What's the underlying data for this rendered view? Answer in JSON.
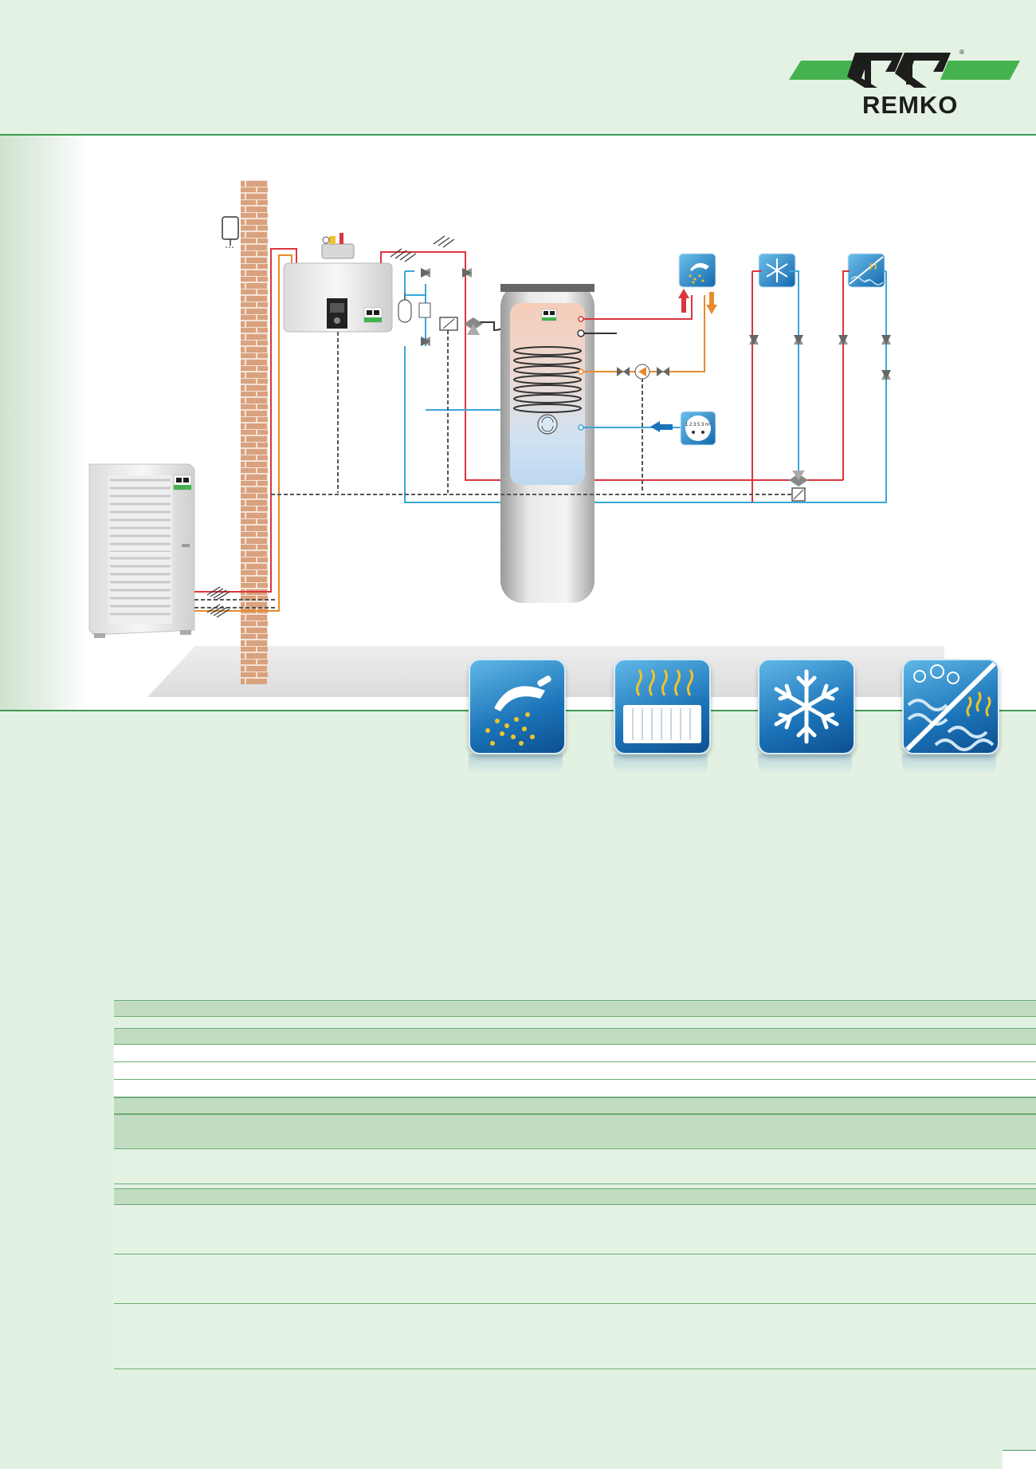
{
  "brand": {
    "name": "REMKO",
    "registered": "®",
    "primary_green": "#3f9a52",
    "band_green": "#e4f2e4",
    "logo_bar_green": "#44b24f"
  },
  "diagram": {
    "components": [
      {
        "name": "outdoor-heat-pump-unit",
        "icon": "heat-pump-unit-icon"
      },
      {
        "name": "building-wall",
        "icon": "brick-wall-icon"
      },
      {
        "name": "room-thermostat",
        "icon": "thermostat-icon"
      },
      {
        "name": "indoor-hydraulic-unit",
        "icon": "indoor-unit-icon"
      },
      {
        "name": "expansion-vessel",
        "icon": "expansion-vessel-icon"
      },
      {
        "name": "three-way-valve",
        "icon": "valve-icon"
      },
      {
        "name": "hot-water-storage-tank",
        "icon": "storage-tank-icon"
      },
      {
        "name": "circulation-pump",
        "icon": "pump-icon"
      },
      {
        "name": "hot-water-outlet",
        "icon": "shower-icon"
      },
      {
        "name": "cold-water-inlet",
        "icon": "water-meter-icon"
      },
      {
        "name": "cooling-circuit",
        "icon": "snowflake-icon"
      },
      {
        "name": "underfloor-heating-circuit",
        "icon": "underfloor-heating-icon"
      }
    ],
    "meter_text": "1 2 3 5 3 m³",
    "colors": {
      "flow_red": "#d9363e",
      "return_blue": "#3aa7d8",
      "hot_water_orange": "#e88a2e",
      "control_dashed": "#555555",
      "brick": "#d9a27e",
      "tank_top": "#f5cdb9",
      "tank_bottom": "#cfe2f3"
    }
  },
  "feature_icons": [
    {
      "name": "hot-water",
      "icon": "shower-icon"
    },
    {
      "name": "heating",
      "icon": "radiator-icon"
    },
    {
      "name": "cooling",
      "icon": "snowflake-icon"
    },
    {
      "name": "heating-and-cooling",
      "icon": "heat-cool-combo-icon"
    }
  ],
  "table": {
    "rows": [
      {
        "kind": "head"
      },
      {
        "kind": "head"
      },
      {
        "kind": "white"
      },
      {
        "kind": "white"
      },
      {
        "kind": "white"
      },
      {
        "kind": "head"
      },
      {
        "kind": "head"
      },
      {
        "kind": "light"
      },
      {
        "kind": "head"
      },
      {
        "kind": "light"
      },
      {
        "kind": "light"
      },
      {
        "kind": "light"
      }
    ]
  }
}
